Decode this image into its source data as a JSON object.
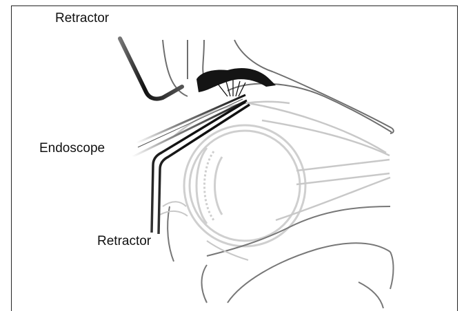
{
  "labels": {
    "retractor_top": "Retractor",
    "endoscope": "Endoscope",
    "retractor_bottom": "Retractor"
  },
  "colors": {
    "anatomy_light": "#cfcfcf",
    "anatomy_dark": "#7a7a7a",
    "instrument": "#1a1a1a",
    "tissue_dark": "#111111"
  }
}
